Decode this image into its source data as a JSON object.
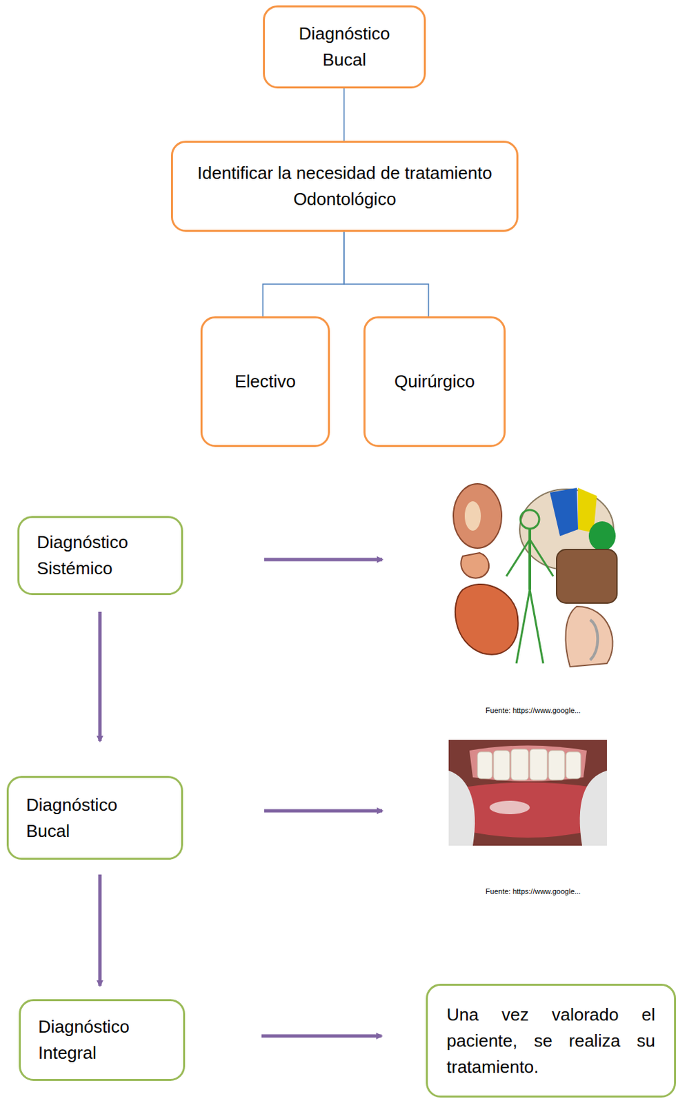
{
  "diagram": {
    "nodes": [
      {
        "text": [
          "Diagnóstico Bucal"
        ]
      },
      {
        "text": [
          "Identificar la necesidad de tratamiento Odontológico"
        ]
      },
      {
        "text": [
          "Electivo"
        ]
      },
      {
        "text": [
          "Quirúrgico"
        ]
      },
      {
        "text": [
          "Diagnóstico Sistémico"
        ]
      },
      {
        "text": [
          "Diagnóstico Bucal"
        ]
      },
      {
        "text": [
          "Diagnóstico Integral"
        ]
      },
      {
        "text": [
          "Una vez valorado el paciente, se realiza su tratamiento."
        ]
      }
    ],
    "edges": [
      {
        "from": 0,
        "to": 1,
        "arrow": "none"
      },
      {
        "from": 1,
        "to": 2,
        "arrow": "none"
      },
      {
        "from": 1,
        "to": 3,
        "arrow": "none"
      },
      {
        "from": 4,
        "to": 5,
        "arrow": "to"
      },
      {
        "from": 5,
        "to": 6,
        "arrow": "to"
      },
      {
        "from": 6,
        "to": 7,
        "arrow": "to"
      }
    ],
    "labels": [
      "Fuente: https://www.google...",
      "Fuente: https://www.google..."
    ]
  }
}
